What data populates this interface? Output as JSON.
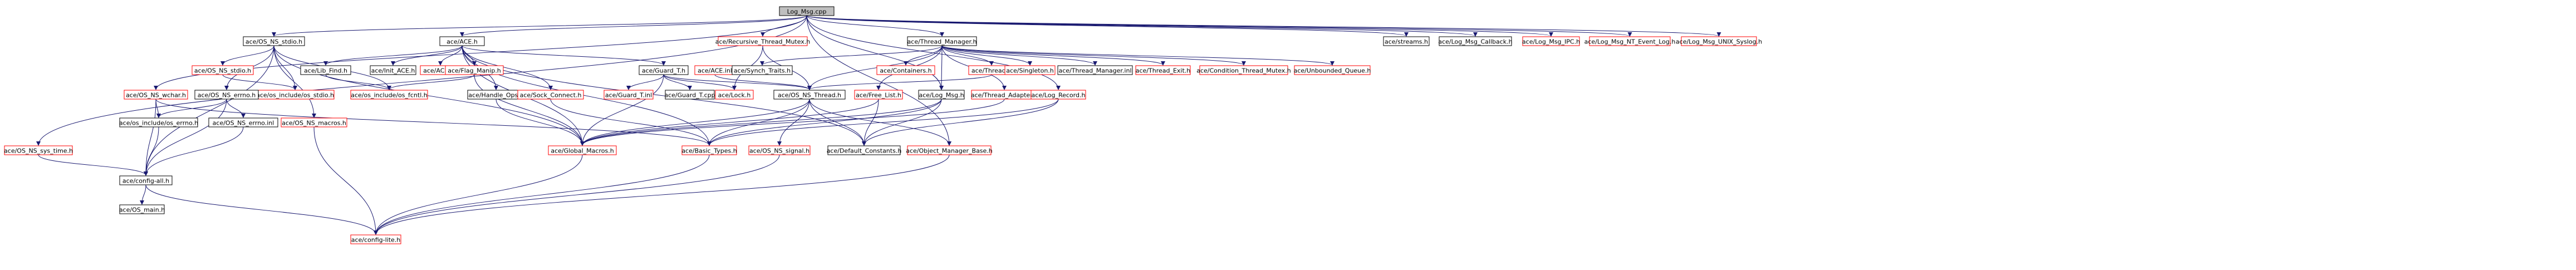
{
  "colors": {
    "edge": "#191970",
    "border_black": "#000000",
    "border_red": "#ff0000",
    "root_fill": "#bfbfbf",
    "text": "#000000"
  },
  "nodes": [
    {
      "id": "root",
      "label": "Log_Msg.cpp",
      "style": "root"
    },
    {
      "id": "ns_stdio",
      "label": "ace/OS_NS_stdio.h",
      "style": "black"
    },
    {
      "id": "ace",
      "label": "ace/ACE.h",
      "style": "black"
    },
    {
      "id": "rec_mutex",
      "label": "ace/Recursive_Thread_Mutex.h",
      "style": "red"
    },
    {
      "id": "thread_mgr",
      "label": "ace/Thread_Manager.h",
      "style": "black"
    },
    {
      "id": "streams",
      "label": "ace/streams.h",
      "style": "black"
    },
    {
      "id": "cb",
      "label": "ace/Log_Msg_Callback.h",
      "style": "black"
    },
    {
      "id": "ipc",
      "label": "ace/Log_Msg_IPC.h",
      "style": "red"
    },
    {
      "id": "nt_event",
      "label": "ace/Log_Msg_NT_Event_Log.h",
      "style": "red"
    },
    {
      "id": "unix_syslog",
      "label": "ace/Log_Msg_UNIX_Syslog.h",
      "style": "red"
    },
    {
      "id": "ns_stdio2",
      "label": "ace/OS_NS_stdio.h",
      "style": "red"
    },
    {
      "id": "lib_find",
      "label": "ace/Lib_Find.h",
      "style": "black"
    },
    {
      "id": "init_ace",
      "label": "ace/Init_ACE.h",
      "style": "black"
    },
    {
      "id": "ace_inl",
      "label": "ace/ACE.inl",
      "style": "red"
    },
    {
      "id": "flag_manip",
      "label": "ace/Flag_Manip.h",
      "style": "red"
    },
    {
      "id": "handle_ops",
      "label": "ace/Handle_Ops.h",
      "style": "black"
    },
    {
      "id": "sock_connect",
      "label": "ace/Sock_Connect.h",
      "style": "red"
    },
    {
      "id": "guard_t",
      "label": "ace/Guard_T.h",
      "style": "black"
    },
    {
      "id": "ace_inl2",
      "label": "ace/ACE.inl",
      "style": "red"
    },
    {
      "id": "synch_traits",
      "label": "ace/Synch_Traits.h",
      "style": "black"
    },
    {
      "id": "containers",
      "label": "ace/Containers.h",
      "style": "red"
    },
    {
      "id": "thread",
      "label": "ace/Thread.h",
      "style": "red"
    },
    {
      "id": "singleton",
      "label": "ace/Singleton.h",
      "style": "red"
    },
    {
      "id": "thread_mgr_inl",
      "label": "ace/Thread_Manager.inl",
      "style": "black"
    },
    {
      "id": "thread_exit",
      "label": "ace/Thread_Exit.h",
      "style": "red"
    },
    {
      "id": "cond_mutex",
      "label": "ace/Condition_Thread_Mutex.h",
      "style": "red"
    },
    {
      "id": "unbounded_q",
      "label": "ace/Unbounded_Queue.h",
      "style": "red"
    },
    {
      "id": "os_stdio",
      "label": "ace/os_include/os_stdio.h",
      "style": "red"
    },
    {
      "id": "os_fcntl",
      "label": "ace/os_include/os_fcntl.h",
      "style": "red"
    },
    {
      "id": "guard_t_inl",
      "label": "ace/Guard_T.inl",
      "style": "red"
    },
    {
      "id": "guard_t_cpp",
      "label": "ace/Guard_T.cpp",
      "style": "black"
    },
    {
      "id": "lock",
      "label": "ace/Lock.h",
      "style": "red"
    },
    {
      "id": "free_list",
      "label": "ace/Free_List.h",
      "style": "red"
    },
    {
      "id": "log_msg_h",
      "label": "ace/Log_Msg.h",
      "style": "black"
    },
    {
      "id": "thread_adapter",
      "label": "ace/Thread_Adapter.h",
      "style": "red"
    },
    {
      "id": "log_record",
      "label": "ace/Log_Record.h",
      "style": "red"
    },
    {
      "id": "ns_errno",
      "label": "ace/OS_NS_errno.h",
      "style": "black"
    },
    {
      "id": "ns_errno_inl",
      "label": "ace/OS_NS_errno.inl",
      "style": "black"
    },
    {
      "id": "ns_macros",
      "label": "ace/OS_NS_macros.h",
      "style": "red"
    },
    {
      "id": "ns_thread",
      "label": "ace/OS_NS_Thread.h",
      "style": "black"
    },
    {
      "id": "ns_wchar",
      "label": "ace/OS_NS_wchar.h",
      "style": "red"
    },
    {
      "id": "os_errno",
      "label": "ace/os_include/os_errno.h",
      "style": "black"
    },
    {
      "id": "ns_sys_time",
      "label": "ace/OS_NS_sys_time.h",
      "style": "red"
    },
    {
      "id": "global_macros",
      "label": "ace/Global_Macros.h",
      "style": "red"
    },
    {
      "id": "basic_types",
      "label": "ace/Basic_Types.h",
      "style": "red"
    },
    {
      "id": "ns_signal",
      "label": "ace/OS_NS_signal.h",
      "style": "red"
    },
    {
      "id": "default_const",
      "label": "ace/Default_Constants.h",
      "style": "black"
    },
    {
      "id": "obj_mgr_base",
      "label": "ace/Object_Manager_Base.h",
      "style": "red"
    },
    {
      "id": "config_all",
      "label": "ace/config-all.h",
      "style": "black"
    },
    {
      "id": "os_main",
      "label": "ace/OS_main.h",
      "style": "black"
    },
    {
      "id": "config_lite",
      "label": "ace/config-lite.h",
      "style": "red"
    }
  ],
  "edges": [
    [
      "root",
      "ns_stdio"
    ],
    [
      "root",
      "ace"
    ],
    [
      "root",
      "rec_mutex"
    ],
    [
      "root",
      "thread_mgr"
    ],
    [
      "root",
      "streams"
    ],
    [
      "root",
      "cb"
    ],
    [
      "root",
      "ipc"
    ],
    [
      "root",
      "nt_event"
    ],
    [
      "root",
      "unix_syslog"
    ],
    [
      "root",
      "ns_sys_time"
    ],
    [
      "root",
      "log_record"
    ],
    [
      "root",
      "obj_mgr_base"
    ],
    [
      "root",
      "log_msg_h"
    ],
    [
      "root",
      "ns_wchar"
    ],
    [
      "ns_stdio",
      "ns_stdio2"
    ],
    [
      "ns_stdio",
      "ns_errno"
    ],
    [
      "ns_stdio",
      "os_stdio"
    ],
    [
      "ns_stdio",
      "os_fcntl"
    ],
    [
      "ns_stdio",
      "config_all"
    ],
    [
      "ns_stdio",
      "global_macros"
    ],
    [
      "ns_stdio",
      "ns_macros"
    ],
    [
      "ace",
      "lib_find"
    ],
    [
      "ace",
      "init_ace"
    ],
    [
      "ace",
      "ace_inl"
    ],
    [
      "ace",
      "flag_manip"
    ],
    [
      "ace",
      "handle_ops"
    ],
    [
      "ace",
      "sock_connect"
    ],
    [
      "ace",
      "guard_t"
    ],
    [
      "ace",
      "global_macros"
    ],
    [
      "ace",
      "basic_types"
    ],
    [
      "ace",
      "default_const"
    ],
    [
      "rec_mutex",
      "ns_thread"
    ],
    [
      "rec_mutex",
      "lock"
    ],
    [
      "thread_mgr",
      "synch_traits"
    ],
    [
      "thread_mgr",
      "containers"
    ],
    [
      "thread_mgr",
      "thread"
    ],
    [
      "thread_mgr",
      "singleton"
    ],
    [
      "thread_mgr",
      "thread_mgr_inl"
    ],
    [
      "thread_mgr",
      "thread_exit"
    ],
    [
      "thread_mgr",
      "cond_mutex"
    ],
    [
      "thread_mgr",
      "unbounded_q"
    ],
    [
      "thread_mgr",
      "free_list"
    ],
    [
      "thread_mgr",
      "thread_adapter"
    ],
    [
      "thread_mgr",
      "ns_thread"
    ],
    [
      "thread_mgr",
      "log_msg_h"
    ],
    [
      "guard_t",
      "guard_t_inl"
    ],
    [
      "guard_t",
      "guard_t_cpp"
    ],
    [
      "guard_t",
      "lock"
    ],
    [
      "guard_t",
      "ns_thread"
    ],
    [
      "guard_t",
      "global_macros"
    ],
    [
      "ace_inl2",
      "ns_thread"
    ],
    [
      "lib_find",
      "os_fcntl"
    ],
    [
      "ns_stdio2",
      "os_stdio"
    ],
    [
      "flag_manip",
      "os_fcntl"
    ],
    [
      "flag_manip",
      "global_macros"
    ],
    [
      "handle_ops",
      "global_macros"
    ],
    [
      "sock_connect",
      "basic_types"
    ],
    [
      "thread",
      "ns_thread"
    ],
    [
      "free_list",
      "global_macros"
    ],
    [
      "free_list",
      "default_const"
    ],
    [
      "log_msg_h",
      "global_macros"
    ],
    [
      "log_msg_h",
      "default_const"
    ],
    [
      "log_msg_h",
      "basic_types"
    ],
    [
      "thread_adapter",
      "global_macros"
    ],
    [
      "log_record",
      "default_const"
    ],
    [
      "log_record",
      "basic_types"
    ],
    [
      "ns_errno",
      "ns_errno_inl"
    ],
    [
      "ns_errno",
      "os_errno"
    ],
    [
      "ns_errno",
      "config_all"
    ],
    [
      "ns_thread",
      "global_macros"
    ],
    [
      "ns_thread",
      "basic_types"
    ],
    [
      "ns_thread",
      "ns_signal"
    ],
    [
      "ns_thread",
      "default_const"
    ],
    [
      "ns_thread",
      "obj_mgr_base"
    ],
    [
      "ns_wchar",
      "os_errno"
    ],
    [
      "ns_wchar",
      "config_all"
    ],
    [
      "ns_wchar",
      "basic_types"
    ],
    [
      "ns_sys_time",
      "config_all"
    ],
    [
      "global_macros",
      "config_lite"
    ],
    [
      "basic_types",
      "config_lite"
    ],
    [
      "ns_signal",
      "config_lite"
    ],
    [
      "obj_mgr_base",
      "config_lite"
    ],
    [
      "ns_errno_inl",
      "config_all"
    ],
    [
      "config_all",
      "os_main"
    ],
    [
      "config_all",
      "config_lite"
    ],
    [
      "os_errno",
      "config_all"
    ],
    [
      "ns_macros",
      "config_lite"
    ]
  ]
}
